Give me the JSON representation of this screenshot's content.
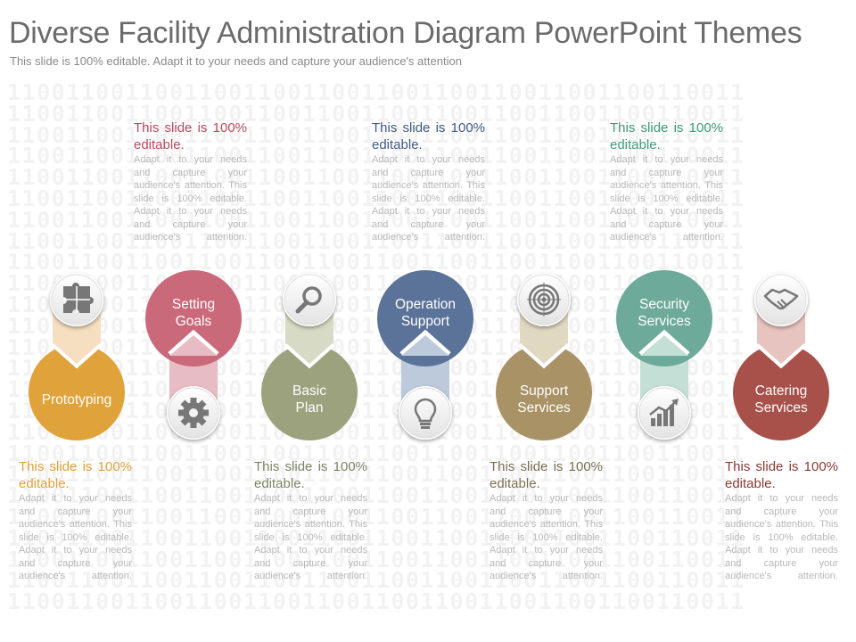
{
  "title": "Diverse Facility Administration Diagram PowerPoint Themes",
  "subtitle": "This slide is 100% editable. Adapt it to your needs and capture your audience's attention",
  "background_text": "11001100110011001100110011001100110011001100110011",
  "colors": {
    "orange": "#e0a23a",
    "pink": "#c9697a",
    "olive": "#9ca27e",
    "blue": "#5c7399",
    "khaki": "#a89266",
    "teal": "#6eaa99",
    "brown": "#a8504a"
  },
  "steps": [
    {
      "label": "Prototyping",
      "icon": "puzzle-icon",
      "color": "#e0a23a",
      "connector": "#f6dec0"
    },
    {
      "label": "Setting\nGoals",
      "icon": "gear-icon",
      "color": "#c9697a",
      "connector": "#e8bcc4"
    },
    {
      "label": "Basic\nPlan",
      "icon": "magnifier-icon",
      "color": "#9ca27e",
      "connector": "#d7dac4"
    },
    {
      "label": "Operation\nSupport",
      "icon": "lightbulb-icon",
      "color": "#5c7399",
      "connector": "#bccadc"
    },
    {
      "label": "Support\nServices",
      "icon": "target-icon",
      "color": "#a89266",
      "connector": "#e1d8c2"
    },
    {
      "label": "Security\nServices",
      "icon": "growth-chart-icon",
      "color": "#6eaa99",
      "connector": "#c4e0d6"
    },
    {
      "label": "Catering\nServices",
      "icon": "handshake-icon",
      "color": "#a8504a",
      "connector": "#e8c4c0"
    }
  ],
  "text_blocks": [
    {
      "heading": "This slide is 100% editable.",
      "body": "Adapt it to your needs and capture your audience's attention. This slide is 100% editable. Adapt it to your needs and capture your audience's attention.",
      "color": "#e0a23a"
    },
    {
      "heading": "This slide is 100% editable.",
      "body": "Adapt it to your needs and capture your audience's attention. This slide is 100% editable. Adapt it to your needs and capture your audience's attention.",
      "color": "#b84a5e"
    },
    {
      "heading": "This slide is 100% editable.",
      "body": "Adapt it to your needs and capture your audience's attention. This slide is 100% editable. Adapt it to your needs and capture your audience's attention.",
      "color": "#7d8466"
    },
    {
      "heading": "This slide is 100% editable.",
      "body": "Adapt it to your needs and capture your audience's attention. This slide is 100% editable. Adapt it to your needs and capture your audience's attention.",
      "color": "#3f5a86"
    },
    {
      "heading": "This slide is 100% editable.",
      "body": "Adapt it to your needs and capture your audience's attention. This slide is 100% editable. Adapt it to your needs and capture your audience's attention.",
      "color": "#7a6f52"
    },
    {
      "heading": "This slide is 100% editable.",
      "body": "Adapt it to your needs and capture your audience's attention. This slide is 100% editable. Adapt it to your needs and capture your audience's attention.",
      "color": "#3e9a7c"
    },
    {
      "heading": "This slide is 100% editable.",
      "body": "Adapt it to your needs and capture your audience's attention. This slide is 100% editable. Adapt it to your needs and capture your audience's attention.",
      "color": "#8a3a36"
    }
  ]
}
